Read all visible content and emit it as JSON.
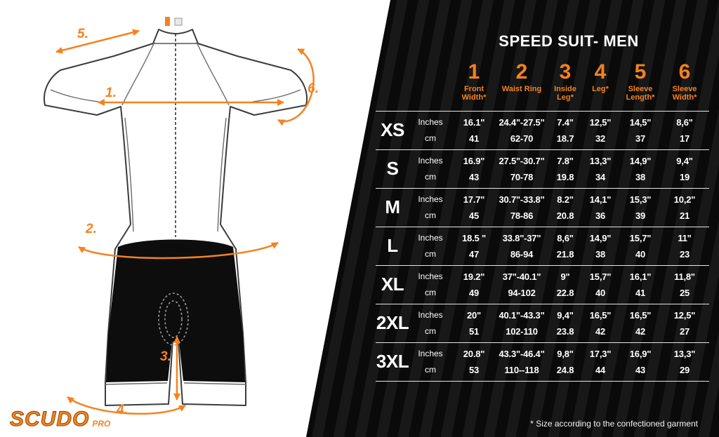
{
  "title": "SPEED SUIT- MEN",
  "footnote": "* Size according to the confectioned garment",
  "brand": {
    "name": "SCUDO",
    "suffix": "PRO"
  },
  "colors": {
    "accent": "#F5821F",
    "background": "#0A0A0A",
    "stripe": "#181818"
  },
  "diagram": {
    "labels": [
      "1.",
      "2.",
      "3.",
      "4.",
      "5.",
      "6."
    ]
  },
  "table": {
    "unit_labels": [
      "Inches",
      "cm"
    ],
    "columns": [
      {
        "num": "1",
        "label": "Front Width*"
      },
      {
        "num": "2",
        "label": "Waist Ring"
      },
      {
        "num": "3",
        "label": "Inside Leg*"
      },
      {
        "num": "4",
        "label": "Leg*"
      },
      {
        "num": "5",
        "label": "Sleeve Length*"
      },
      {
        "num": "6",
        "label": "Sleeve Width*"
      }
    ],
    "rows": [
      {
        "size": "XS",
        "inches": [
          "16.1\"",
          "24.4\"-27.5\"",
          "7.4\"",
          "12,5\"",
          "14,5\"",
          "8,6\""
        ],
        "cm": [
          "41",
          "62-70",
          "18.7",
          "32",
          "37",
          "17"
        ]
      },
      {
        "size": "S",
        "inches": [
          "16.9\"",
          "27.5\"-30.7\"",
          "7.8\"",
          "13,3\"",
          "14,9\"",
          "9,4\""
        ],
        "cm": [
          "43",
          "70-78",
          "19.8",
          "34",
          "38",
          "19"
        ]
      },
      {
        "size": "M",
        "inches": [
          "17.7\"",
          "30.7\"-33.8\"",
          "8.2\"",
          "14,1\"",
          "15,3\"",
          "10,2\""
        ],
        "cm": [
          "45",
          "78-86",
          "20.8",
          "36",
          "39",
          "21"
        ]
      },
      {
        "size": "L",
        "inches": [
          "18.5 \"",
          "33.8\"-37\"",
          "8,6\"",
          "14,9\"",
          "15,7\"",
          "11\""
        ],
        "cm": [
          "47",
          "86-94",
          "21.8",
          "38",
          "40",
          "23"
        ]
      },
      {
        "size": "XL",
        "inches": [
          "19.2\"",
          "37\"-40.1\"",
          "9\"",
          "15,7\"",
          "16,1\"",
          "11,8\""
        ],
        "cm": [
          "49",
          "94-102",
          "22.8",
          "40",
          "41",
          "25"
        ]
      },
      {
        "size": "2XL",
        "inches": [
          "20\"",
          "40.1\"-43.3\"",
          "9,4\"",
          "16,5\"",
          "16,5\"",
          "12,5\""
        ],
        "cm": [
          "51",
          "102-110",
          "23.8",
          "42",
          "42",
          "27"
        ]
      },
      {
        "size": "3XL",
        "inches": [
          "20.8\"",
          "43.3\"-46.4\"",
          "9,8\"",
          "17,3\"",
          "16,9\"",
          "13,3\""
        ],
        "cm": [
          "53",
          "110--118",
          "24.8",
          "44",
          "43",
          "29"
        ]
      }
    ]
  }
}
